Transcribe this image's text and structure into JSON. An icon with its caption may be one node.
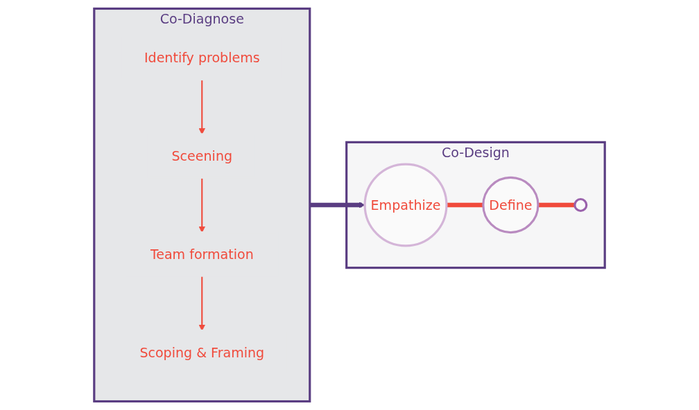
{
  "diagram": {
    "nodes": [
      {
        "text": [
          "Co-Diagnose"
        ]
      },
      {
        "text": [
          "Identify problems"
        ],
        "in": 0
      },
      {
        "text": [
          "Sceening"
        ],
        "in": 0
      },
      {
        "text": [
          "Team formation"
        ],
        "in": 0
      },
      {
        "text": [
          "Scoping & Framing"
        ],
        "in": 0
      },
      {
        "text": [
          "Co-Design"
        ]
      },
      {
        "text": [
          "Empathize"
        ],
        "in": 5
      },
      {
        "text": [
          "Define"
        ],
        "in": 5
      },
      {
        "text": [],
        "shape": "circle",
        "in": 5
      }
    ],
    "edges": [
      {
        "from": 1,
        "to": 2,
        "arrow": "to",
        "color": "#f04b3c"
      },
      {
        "from": 2,
        "to": 3,
        "arrow": "to",
        "color": "#f04b3c"
      },
      {
        "from": 3,
        "to": 4,
        "arrow": "to",
        "color": "#f04b3c"
      },
      {
        "from": 0,
        "to": 6,
        "arrow": "to",
        "style": "thick",
        "color": "#5a3d82"
      },
      {
        "from": 6,
        "to": 7,
        "arrow": "none",
        "style": "thick",
        "color": "#f04b3c"
      },
      {
        "from": 7,
        "to": 8,
        "arrow": "none",
        "style": "thick",
        "color": "#f04b3c"
      }
    ]
  }
}
